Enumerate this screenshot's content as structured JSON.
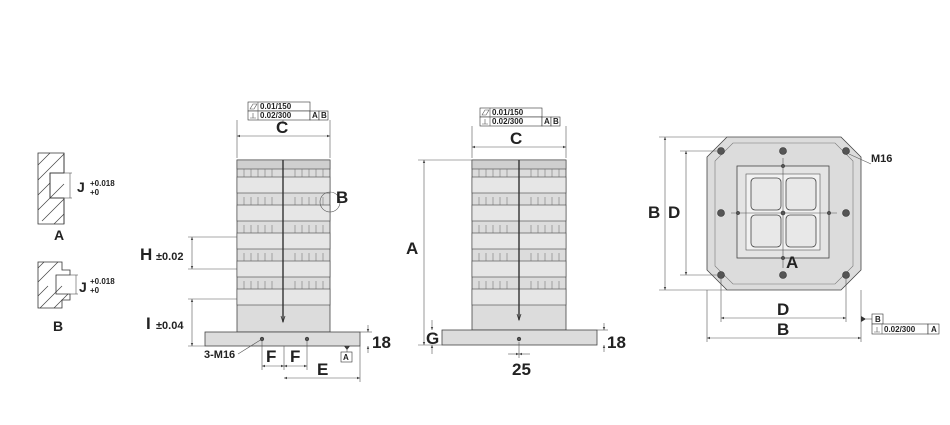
{
  "detail_a": {
    "label": "A",
    "dim_letter": "J",
    "tol_upper": "+0.018",
    "tol_lower": "+0"
  },
  "detail_b": {
    "label": "B",
    "dim_letter": "J",
    "tol_upper": "+0.018",
    "tol_lower": "+0"
  },
  "front_view": {
    "flatness": "0.01/150",
    "perp_value": "0.02/300",
    "datum_1": "A",
    "datum_2": "B",
    "width_label": "C",
    "detail_callout": "B",
    "pitch_label": "H",
    "pitch_tol": "±0.02",
    "base_label": "I",
    "base_tol": "±0.04",
    "holes": "3-M16",
    "hole_spacing_1": "F",
    "hole_spacing_2": "F",
    "offset_label": "E",
    "base_thickness": "18",
    "datum_ref": "A"
  },
  "side_view": {
    "flatness": "0.01/150",
    "perp_value": "0.02/300",
    "datum_1": "A",
    "datum_2": "B",
    "width_label": "C",
    "height_label": "A",
    "gap_label": "G",
    "center_dim": "25",
    "base_thickness": "18"
  },
  "top_view": {
    "thread": "M16",
    "outer_height": "B",
    "inner_height": "D",
    "inner_width": "D",
    "outer_width": "B",
    "center_callout": "A",
    "datum_b": "B",
    "perp_value": "0.02/300",
    "perp_datum": "A"
  }
}
